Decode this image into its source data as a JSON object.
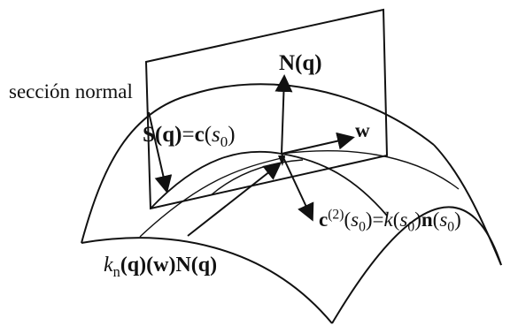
{
  "figure": {
    "labels": {
      "normal_section": "sección normal",
      "normal_vector": "N(q)",
      "surface_point_left": "S(q)",
      "surface_point_equals": "=",
      "surface_point_c": "c",
      "surface_point_open": "(",
      "surface_point_s": "s",
      "surface_point_sub": "0",
      "surface_point_close": ")",
      "w": "w",
      "second_derivative_c": "c",
      "second_derivative_sup": "(2)",
      "second_derivative_open": "(",
      "second_derivative_s": "s",
      "second_derivative_sub": "0",
      "second_derivative_mid": ")=",
      "curvature_k": "k",
      "curvature_open": "(",
      "curvature_s": "s",
      "curvature_sub": "0",
      "curvature_close": ")",
      "normal_n": "n",
      "normal_open": "(",
      "normal_s": "s",
      "normal_sub": "0",
      "normal_close": ")",
      "normal_curvature_k": "k",
      "normal_curvature_sub": "n",
      "normal_curvature_q": "(q)(w)N(q)"
    }
  }
}
